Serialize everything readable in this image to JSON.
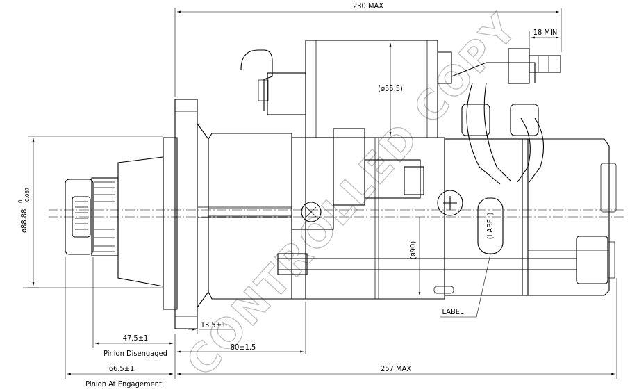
{
  "dimensions": {
    "overall_max": "230 MAX",
    "terminal_min": "18 MIN",
    "solenoid_dia": "(ø55.5)",
    "body_dia": "(ø90)",
    "pilot_dia": "ø88.88",
    "pilot_tol_upper": "0",
    "pilot_tol_lower": "0.087",
    "flange_thickness": "13.5±1",
    "disengaged_dim": "47.5±1",
    "disengaged_label": "Pinion Disengaged",
    "flange_to_pinion": "80±1.5",
    "engagement_dim": "66.5±1",
    "engagement_label": "Pinion At Engagement",
    "total_max": "257 MAX"
  },
  "callouts": {
    "label_leader": "LABEL",
    "label_plate": "(LABEL)"
  },
  "watermark": "CONTROLLED COPY",
  "colors": {
    "line": "#000000",
    "watermark": "#bdbdbd"
  }
}
